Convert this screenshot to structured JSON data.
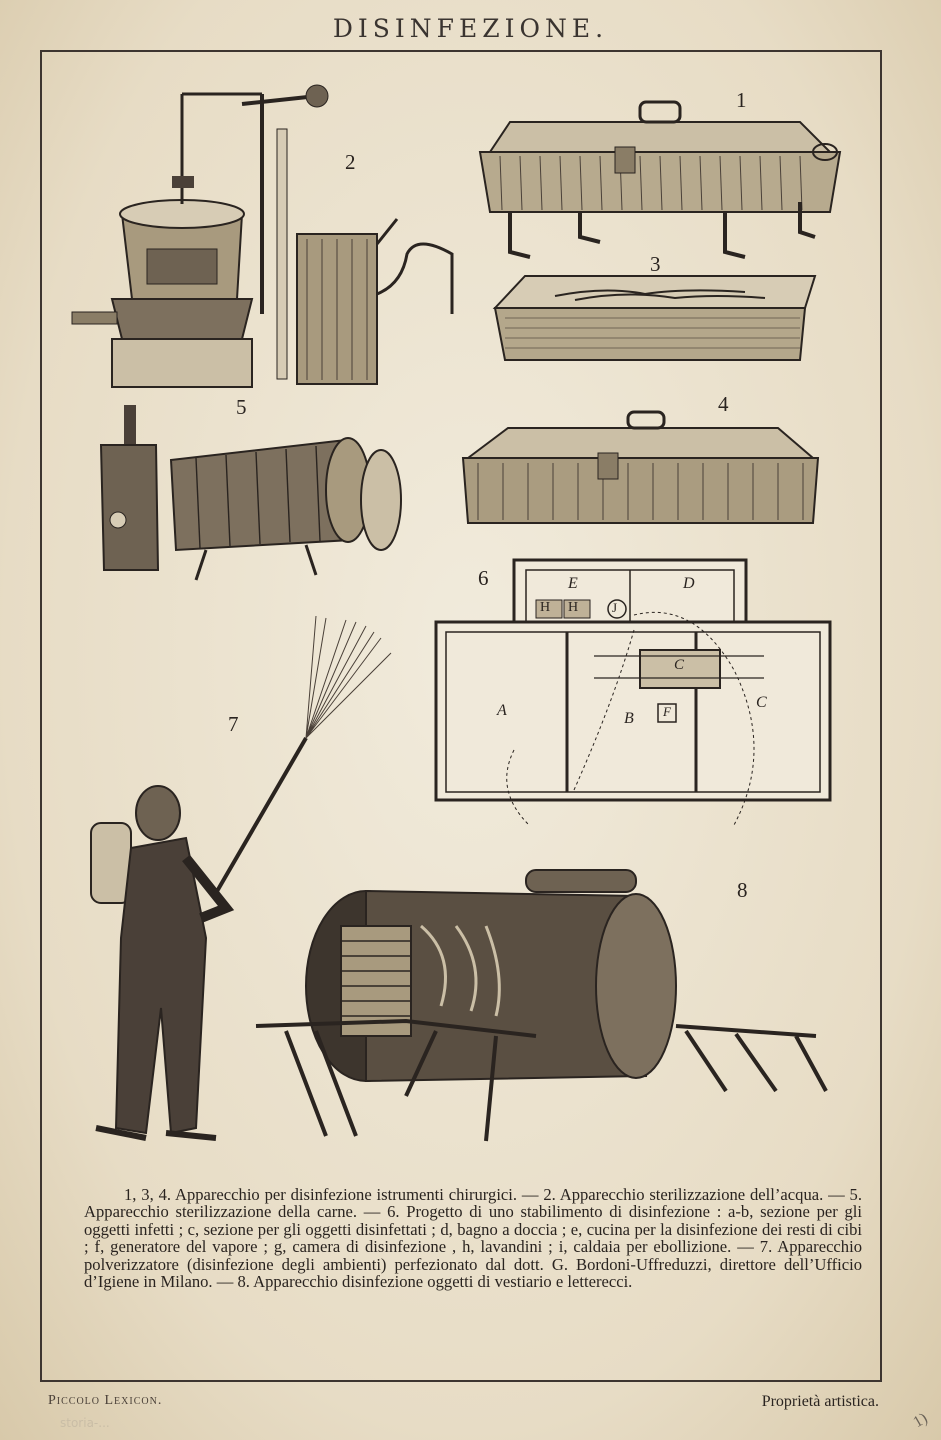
{
  "title": "DISINFEZIONE.",
  "figure_labels": {
    "fig1": "1",
    "fig2": "2",
    "fig3": "3",
    "fig4": "4",
    "fig5": "5",
    "fig6": "6",
    "fig7": "7",
    "fig8": "8"
  },
  "plan_letters": {
    "a": "A",
    "b": "B",
    "c_room": "C",
    "c_chamber": "C",
    "d": "D",
    "e": "E",
    "f": "F",
    "h1": "H",
    "h2": "H",
    "j": "J"
  },
  "caption": "1, 3, 4. Apparecchio per disinfezione istrumenti chirurgici. — 2. Apparecchio sterilizzazione dell’acqua. — 5. Apparecchio sterilizzazione della carne. — 6. Progetto di uno stabilimento di disinfezione : a-b, sezione per gli oggetti infetti ; c, sezione per gli oggetti disinfettati ; d, bagno a doccia ; e, cucina per la disinfezione dei resti di cibi ; f, generatore del vapore ; g, camera di disinfezione , h, lavandini ; i, caldaia per ebollizione. — 7. Apparecchio polverizzatore (disinfezione degli ambienti) perfezionato dal dott. G. Bordoni-Uffreduzzi, direttore dell’Ufficio d’Igiene in Milano. — 8. Apparecchio disinfezione oggetti di vestiario e letterecci.",
  "footer": {
    "left": "Piccolo Lexicon.",
    "right": "Proprietà artistica."
  },
  "watermark": "storia-...",
  "corner_mark": "1)"
}
